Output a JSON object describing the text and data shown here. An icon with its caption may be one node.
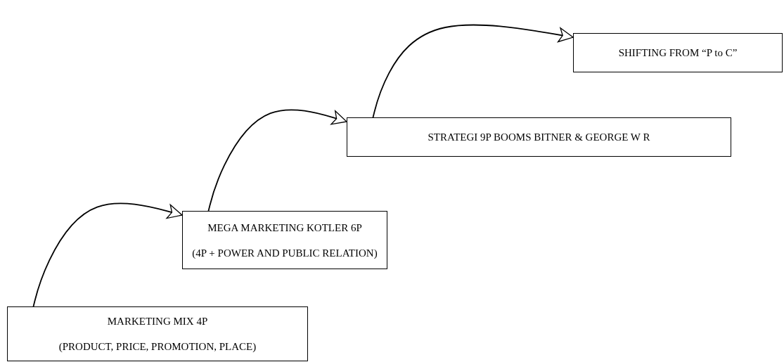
{
  "diagram": {
    "nodes": [
      {
        "text": [
          "MARKETING MIX 4P",
          "(PRODUCT, PRICE, PROMOTION, PLACE)"
        ]
      },
      {
        "text": [
          "MEGA MARKETING KOTLER 6P",
          "(4P + POWER AND PUBLIC RELATION)"
        ]
      },
      {
        "text": [
          "STRATEGI 9P BOOMS BITNER & GEORGE W R"
        ]
      },
      {
        "text": [
          "SHIFTING FROM “P to C”"
        ]
      }
    ],
    "edges": [
      {
        "from": 0,
        "to": 1,
        "arrow": "to"
      },
      {
        "from": 1,
        "to": 2,
        "arrow": "to"
      },
      {
        "from": 2,
        "to": 3,
        "arrow": "to"
      }
    ]
  }
}
